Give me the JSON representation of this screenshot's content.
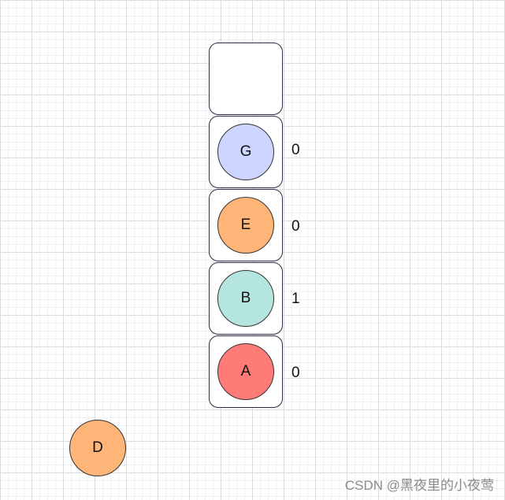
{
  "stack": {
    "empty_slot": "",
    "items": [
      {
        "label": "G",
        "count": "0",
        "color": "#ccd5ff"
      },
      {
        "label": "E",
        "count": "0",
        "color": "#ffb478"
      },
      {
        "label": "B",
        "count": "1",
        "color": "#b4e6df"
      },
      {
        "label": "A",
        "count": "0",
        "color": "#ff7b78"
      }
    ]
  },
  "free_node": {
    "label": "D",
    "color": "#ffb478"
  },
  "watermark": "CSDN @黑夜里的小夜莺"
}
